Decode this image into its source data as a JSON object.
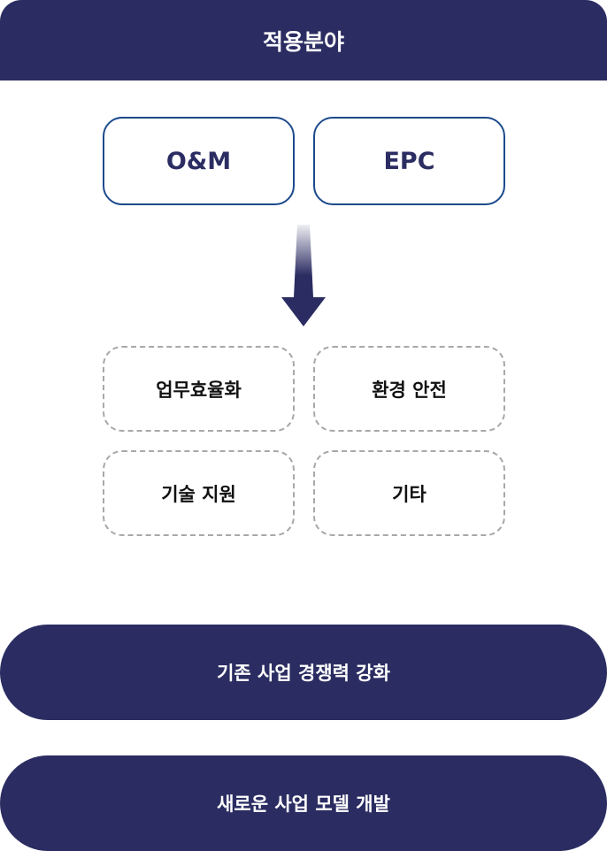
{
  "header": {
    "title": "적용분야"
  },
  "sources": [
    {
      "label": "O&M"
    },
    {
      "label": "EPC"
    }
  ],
  "areas": [
    {
      "label": "업무효율화"
    },
    {
      "label": "환경 안전"
    },
    {
      "label": "기술 지원"
    },
    {
      "label": "기타"
    }
  ],
  "outcomes": [
    {
      "label": "기존 사업 경쟁력 강화"
    },
    {
      "label": "새로운 사업 모델 개발"
    }
  ],
  "colors": {
    "navy": "#2b2d62",
    "border": "#1b4a8c",
    "dashed": "#a8a8a8"
  }
}
